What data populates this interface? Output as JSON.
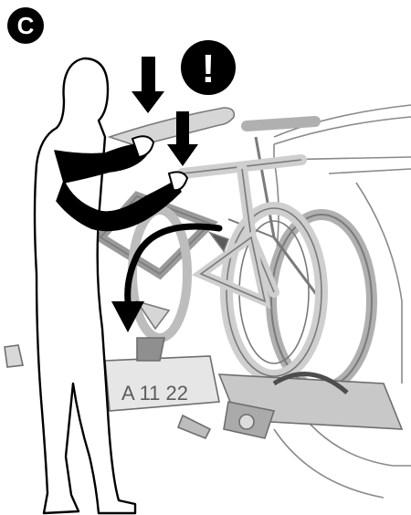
{
  "figure": {
    "step_label": "C",
    "warning_symbol": "!",
    "plate_text": "A  11  22"
  },
  "icons": {
    "step_badge": "letter-c-badge",
    "warning": "exclamation-circle-icon",
    "down_arrows": "down-arrow-icon",
    "rotation_arrow": "curved-arrow-icon"
  },
  "colors": {
    "ink": "#000000",
    "bike_fill": "#d6d6d6",
    "bike_stroke": "#7a7a7a",
    "car_line": "#8a8a8a",
    "carrier": "#9b9b9b"
  }
}
